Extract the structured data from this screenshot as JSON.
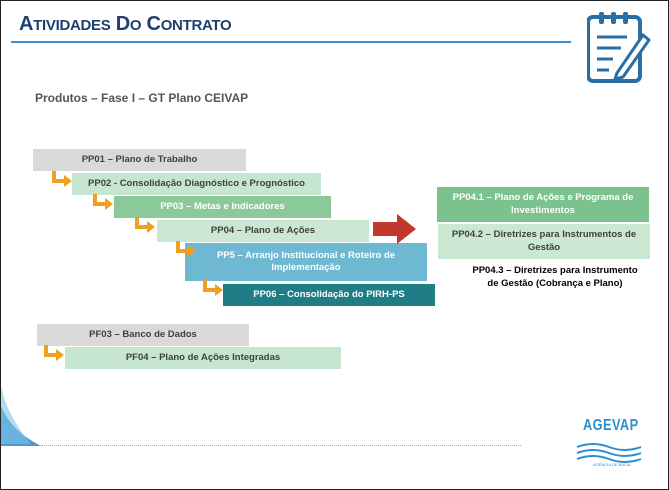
{
  "header": {
    "title": "Atividades do Contrato"
  },
  "subtitle": "Produtos – Fase I – GT Plano CEIVAP",
  "pp_boxes": [
    {
      "label": "PP01 – Plano de Trabalho",
      "bg": "#d9d9d9",
      "fg": "#404040"
    },
    {
      "label": "PP02 - Consolidação Diagnóstico e Prognóstico",
      "bg": "#c7e6cf",
      "fg": "#404040"
    },
    {
      "label": "PP03 – Metas e Indicadores",
      "bg": "#8bc99a",
      "fg": "#ffffff"
    },
    {
      "label": "PP04 – Plano de Ações",
      "bg": "#6fb8d1",
      "fg": "#ffffff"
    },
    {
      "label": "PP5 – Arranjo Institucional e Roteiro de Implementação",
      "bg": "#1f7d86",
      "fg": "#ffffff"
    },
    {
      "label": "PP06 – Consolidação do PIRH-PS",
      "bg": "#0f4f56",
      "fg": "#ffffff"
    }
  ],
  "pp04_sub": [
    {
      "label": "PP04.1 – Plano de Ações e Programa de Investimentos",
      "bg": "#cbe8d3",
      "fg": "#404040"
    },
    {
      "label": "PP04.2 – Diretrizes para Instrumentos de Gestão",
      "bg": "#7cc28f",
      "fg": "#ffffff"
    },
    {
      "label": "PP04.3 – Diretrizes para Instrumento de Gestão (Cobrança e Plano)",
      "bg": "#cbe8d3",
      "fg": "#404040"
    }
  ],
  "pf_boxes": [
    {
      "label": "PF03 – Banco de Dados",
      "bg": "#d9d9d9",
      "fg": "#404040"
    },
    {
      "label": "PF04 – Plano de Ações Integradas",
      "bg": "#c7e6cf",
      "fg": "#404040"
    }
  ],
  "logo": {
    "name": "AGEVAP",
    "tagline": "AGÊNCIA DE BACIA"
  },
  "colors": {
    "title": "#1f3f6f",
    "accent_line": "#3c8dd0",
    "connector": "#f0a020",
    "big_arrow": "#c0392b"
  },
  "icons": [
    "document-edit-icon",
    "elbow-arrow-icon",
    "right-arrow-icon"
  ]
}
